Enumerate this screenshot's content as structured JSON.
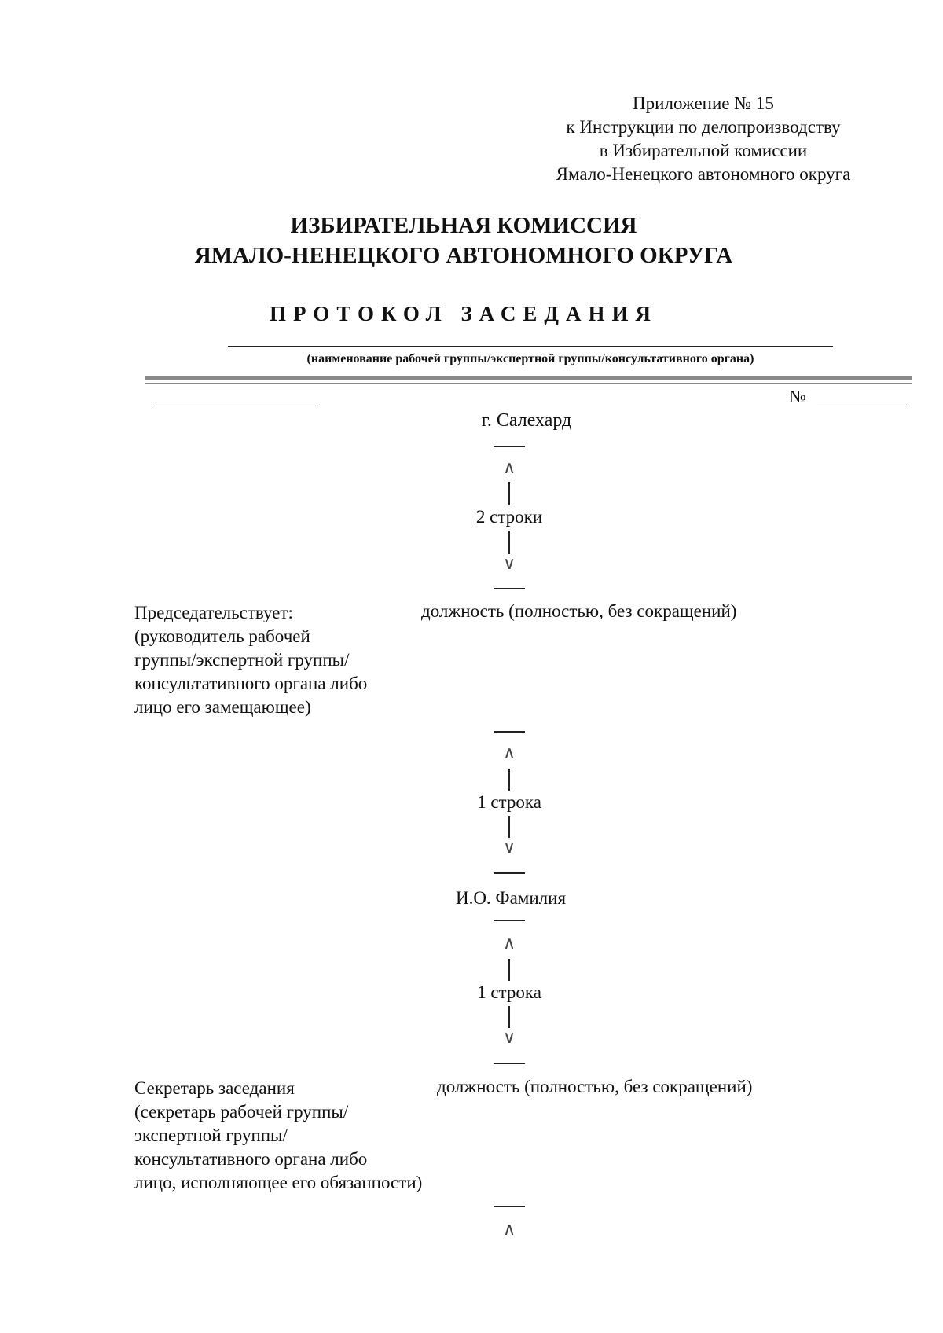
{
  "appendix": {
    "lines": [
      "Приложение № 15",
      "к Инструкции по делопроизводству",
      "в Избирательной комиссии",
      "Ямало-Ненецкого автономного округа"
    ]
  },
  "header": {
    "org_line1": "ИЗБИРАТЕЛЬНАЯ КОМИССИЯ",
    "org_line2": "ЯМАЛО-НЕНЕЦКОГО АВТОНОМНОГО ОКРУГА",
    "protocol_title": "ПРОТОКОЛ ЗАСЕДАНИЯ",
    "name_caption": "(наименование рабочей группы/экспертной группы/консультативного органа)"
  },
  "meta": {
    "number_label": "№",
    "city": "г. Салехард"
  },
  "spacing": {
    "two_lines": "2 строки",
    "one_line_a": "1 строка",
    "one_line_b": "1 строка"
  },
  "chair": {
    "lines": [
      "Председательствует:",
      "(руководитель рабочей",
      "группы/экспертной группы/",
      "консультативного органа либо",
      "лицо его замещающее)"
    ],
    "position": "должность (полностью, без сокращений)",
    "name": "И.О. Фамилия"
  },
  "secretary": {
    "lines": [
      "Секретарь заседания",
      "(секретарь рабочей группы/",
      "экспертной группы/",
      "консультативного органа либо",
      "лицо, исполняющее его обязанности)"
    ],
    "position": "должность (полностью, без сокращений)"
  },
  "icons": {
    "up_marker": "caret-up-icon",
    "down_marker": "caret-down-icon"
  }
}
